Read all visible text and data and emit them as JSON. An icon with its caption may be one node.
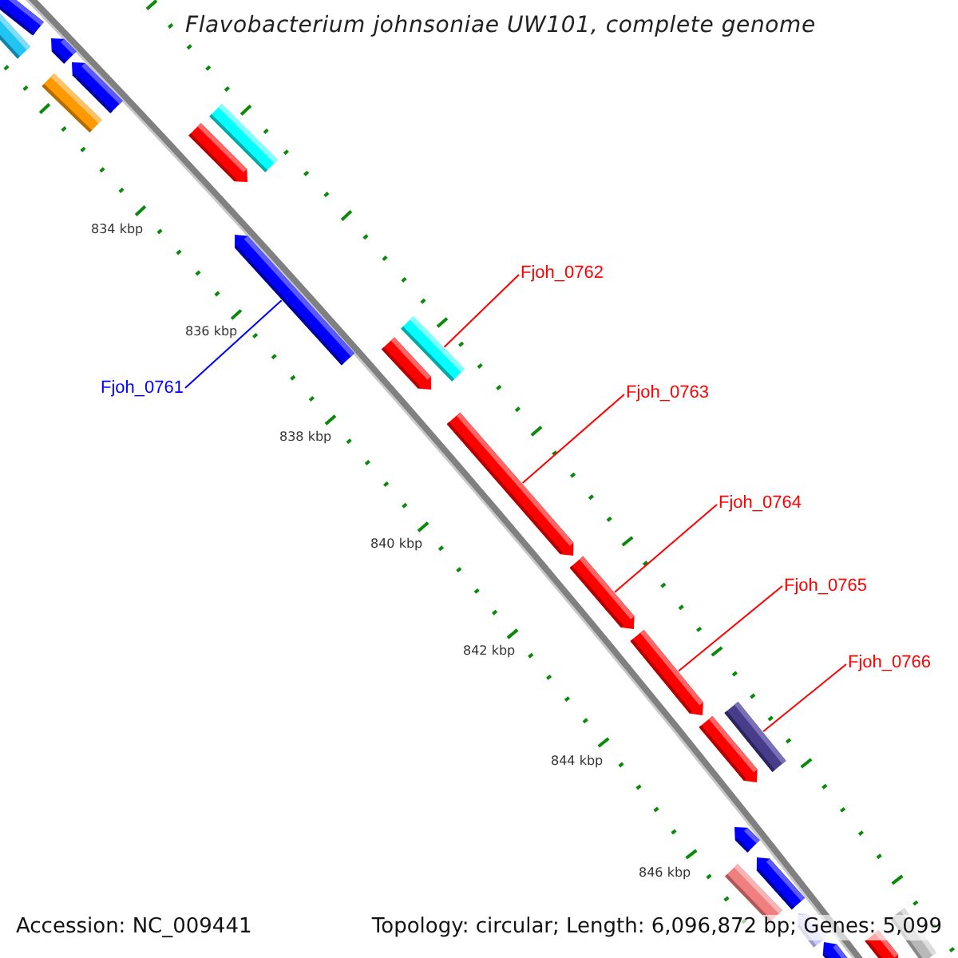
{
  "diagram": {
    "title": "Flavobacterium johnsoniae UW101, complete genome",
    "nodes": [
      {
        "text": [
          "Fjoh_0761"
        ]
      },
      {
        "text": [],
        "shape": "arrow"
      },
      {
        "text": [
          "Fjoh_0762"
        ]
      },
      {
        "text": [],
        "shape": "bar"
      },
      {
        "text": [
          "Fjoh_0763"
        ]
      },
      {
        "text": [],
        "shape": "arrow"
      },
      {
        "text": [
          "Fjoh_0764"
        ]
      },
      {
        "text": [],
        "shape": "arrow"
      },
      {
        "text": [
          "Fjoh_0765"
        ]
      },
      {
        "text": [],
        "shape": "arrow"
      },
      {
        "text": [
          "Fjoh_0766"
        ]
      },
      {
        "text": [],
        "shape": "bar"
      },
      {
        "text": [],
        "shape": "bar"
      },
      {
        "text": [],
        "shape": "bar"
      },
      {
        "text": [],
        "shape": "arrow"
      },
      {
        "text": [],
        "shape": "arrow"
      },
      {
        "text": [],
        "shape": "bar"
      },
      {
        "text": [],
        "shape": "bar"
      },
      {
        "text": [],
        "shape": "arrow"
      },
      {
        "text": [],
        "shape": "arrow"
      },
      {
        "text": [],
        "shape": "arrow"
      },
      {
        "text": [],
        "shape": "arrow"
      },
      {
        "text": [],
        "shape": "arrow"
      },
      {
        "text": [],
        "shape": "bar"
      },
      {
        "text": [],
        "shape": "arrow"
      },
      {
        "text": [],
        "shape": "arrow"
      },
      {
        "text": [],
        "shape": "arrow"
      },
      {
        "text": [],
        "shape": "bar"
      }
    ],
    "edges": [
      {
        "from": 0,
        "to": 1,
        "arrow": "none",
        "color": "#0000ff"
      },
      {
        "from": 2,
        "to": 3,
        "arrow": "none"
      },
      {
        "from": 4,
        "to": 5,
        "arrow": "none"
      },
      {
        "from": 6,
        "to": 7,
        "arrow": "none"
      },
      {
        "from": 8,
        "to": 9,
        "arrow": "none"
      },
      {
        "from": 10,
        "to": 11,
        "arrow": "none"
      }
    ],
    "labels": [
      "834 kbp",
      "836 kbp",
      "838 kbp",
      "840 kbp",
      "842 kbp",
      "844 kbp",
      "846 kbp",
      "Accession: NC_009441",
      "Topology: circular; Length: 6,096,872 bp; Genes: 5,099"
    ]
  }
}
